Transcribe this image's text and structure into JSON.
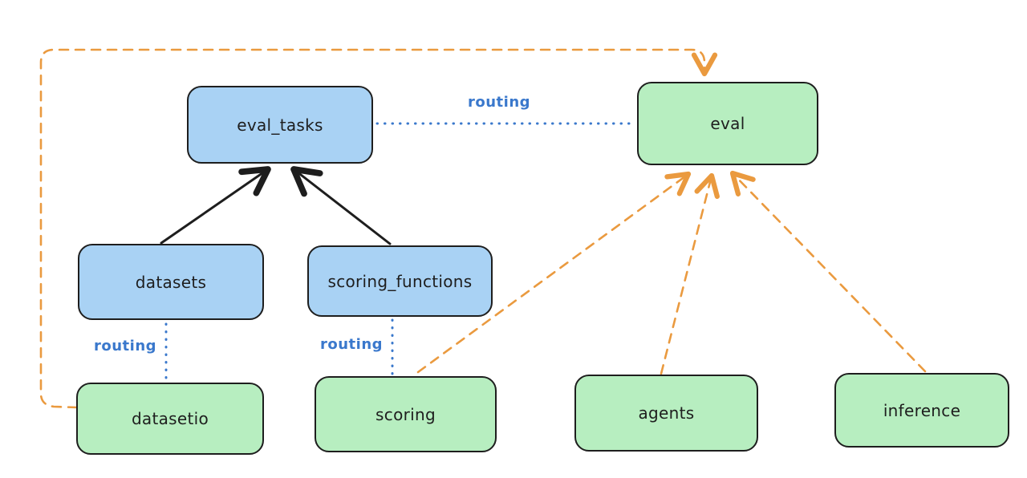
{
  "diagram": {
    "type": "flow-diagram",
    "background": "#ffffff",
    "nodes": {
      "eval_tasks": {
        "label": "eval_tasks",
        "fill": "#a9d2f4"
      },
      "eval": {
        "label": "eval",
        "fill": "#b7eec0"
      },
      "datasets": {
        "label": "datasets",
        "fill": "#a9d2f4"
      },
      "scoring_functions": {
        "label": "scoring_functions",
        "fill": "#a9d2f4"
      },
      "datasetio": {
        "label": "datasetio",
        "fill": "#b7eec0"
      },
      "scoring": {
        "label": "scoring",
        "fill": "#b7eec0"
      },
      "agents": {
        "label": "agents",
        "fill": "#b7eec0"
      },
      "inference": {
        "label": "inference",
        "fill": "#b7eec0"
      }
    },
    "edge_labels": {
      "eval_tasks_to_eval": "routing",
      "datasets_to_datasetio": "routing",
      "scoring_functions_to_scoring": "routing"
    },
    "edges": [
      {
        "from": "datasets",
        "to": "eval_tasks",
        "style": "solid-black-arrow"
      },
      {
        "from": "scoring_functions",
        "to": "eval_tasks",
        "style": "solid-black-arrow"
      },
      {
        "from": "eval_tasks",
        "to": "eval",
        "style": "dotted-blue",
        "label": "routing"
      },
      {
        "from": "datasets",
        "to": "datasetio",
        "style": "dotted-blue",
        "label": "routing"
      },
      {
        "from": "scoring_functions",
        "to": "scoring",
        "style": "dotted-blue",
        "label": "routing"
      },
      {
        "from": "datasetio",
        "to": "eval",
        "style": "dashed-orange-arrow"
      },
      {
        "from": "scoring",
        "to": "eval",
        "style": "dashed-orange-arrow"
      },
      {
        "from": "agents",
        "to": "eval",
        "style": "dashed-orange-arrow"
      },
      {
        "from": "inference",
        "to": "eval",
        "style": "dashed-orange-arrow"
      }
    ],
    "colors": {
      "node_blue_fill": "#a9d2f4",
      "node_green_fill": "#b7eec0",
      "node_stroke": "#1e1e1e",
      "solid_arrow": "#1e1e1e",
      "routing_blue": "#3a78cc",
      "dashed_orange": "#ea9a3f",
      "background": "#ffffff"
    }
  }
}
